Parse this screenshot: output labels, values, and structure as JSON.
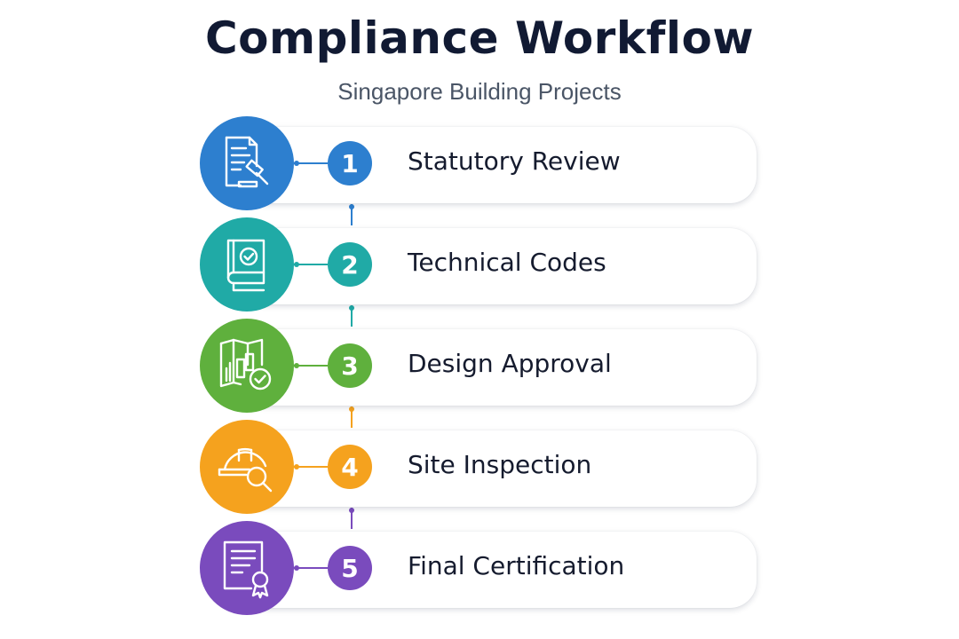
{
  "title": "Compliance Workflow",
  "subtitle": "Singapore Building Projects",
  "steps": [
    {
      "number": "1",
      "label": "Statutory Review",
      "color": "#2d7fcf",
      "icon": "legal-document-gavel-icon"
    },
    {
      "number": "2",
      "label": "Technical Codes",
      "color": "#20aaa6",
      "icon": "code-book-check-icon"
    },
    {
      "number": "3",
      "label": "Design Approval",
      "color": "#5fb03d",
      "icon": "blueprint-approval-icon"
    },
    {
      "number": "4",
      "label": "Site Inspection",
      "color": "#f5a21e",
      "icon": "hardhat-magnifier-icon"
    },
    {
      "number": "5",
      "label": "Final Certification",
      "color": "#7a4bbd",
      "icon": "certificate-ribbon-icon"
    }
  ]
}
